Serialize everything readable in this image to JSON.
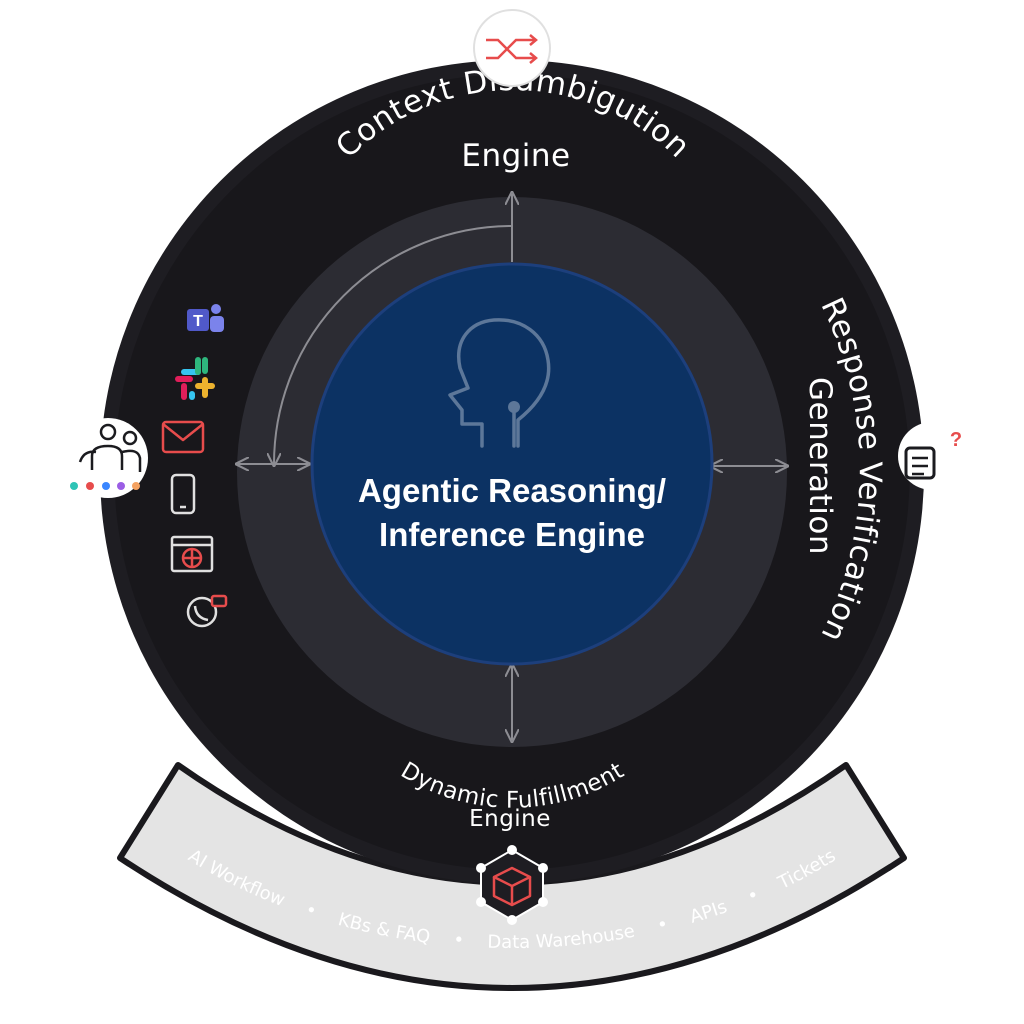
{
  "center": {
    "line1": "Agentic Reasoning/",
    "line2": "Inference Engine",
    "icon": "head-profile-icon"
  },
  "segments": {
    "top": {
      "line1": "Context Disambigution",
      "line2": "Engine",
      "icon": "shuffle-icon"
    },
    "right": {
      "line1": "Response Verification",
      "line2": "Generation",
      "icon": "chat-question-icon"
    },
    "bottom": {
      "line1": "Dynamic Fulfillment",
      "line2": "Engine",
      "icon": "package-network-icon"
    },
    "left": {
      "icon": "users-group-icon",
      "channels": [
        "teams-icon",
        "slack-icon",
        "email-icon",
        "mobile-icon",
        "web-icon",
        "phone-chat-icon"
      ]
    }
  },
  "band": {
    "items": [
      "AI Workflow",
      "KBs & FAQ",
      "Data Warehouse",
      "APIs",
      "Tickets"
    ],
    "separator": "•"
  },
  "colors": {
    "outer_ring": "#1e1d22",
    "segment": "#18171b",
    "mid_ring": "#2c2c33",
    "core": "#0c3263",
    "core_edge": "#1d3f7c",
    "band": "#e4e4e4",
    "band_border": "#1a191d",
    "accent_red": "#e74c4c",
    "arrow": "#8d8d93"
  }
}
